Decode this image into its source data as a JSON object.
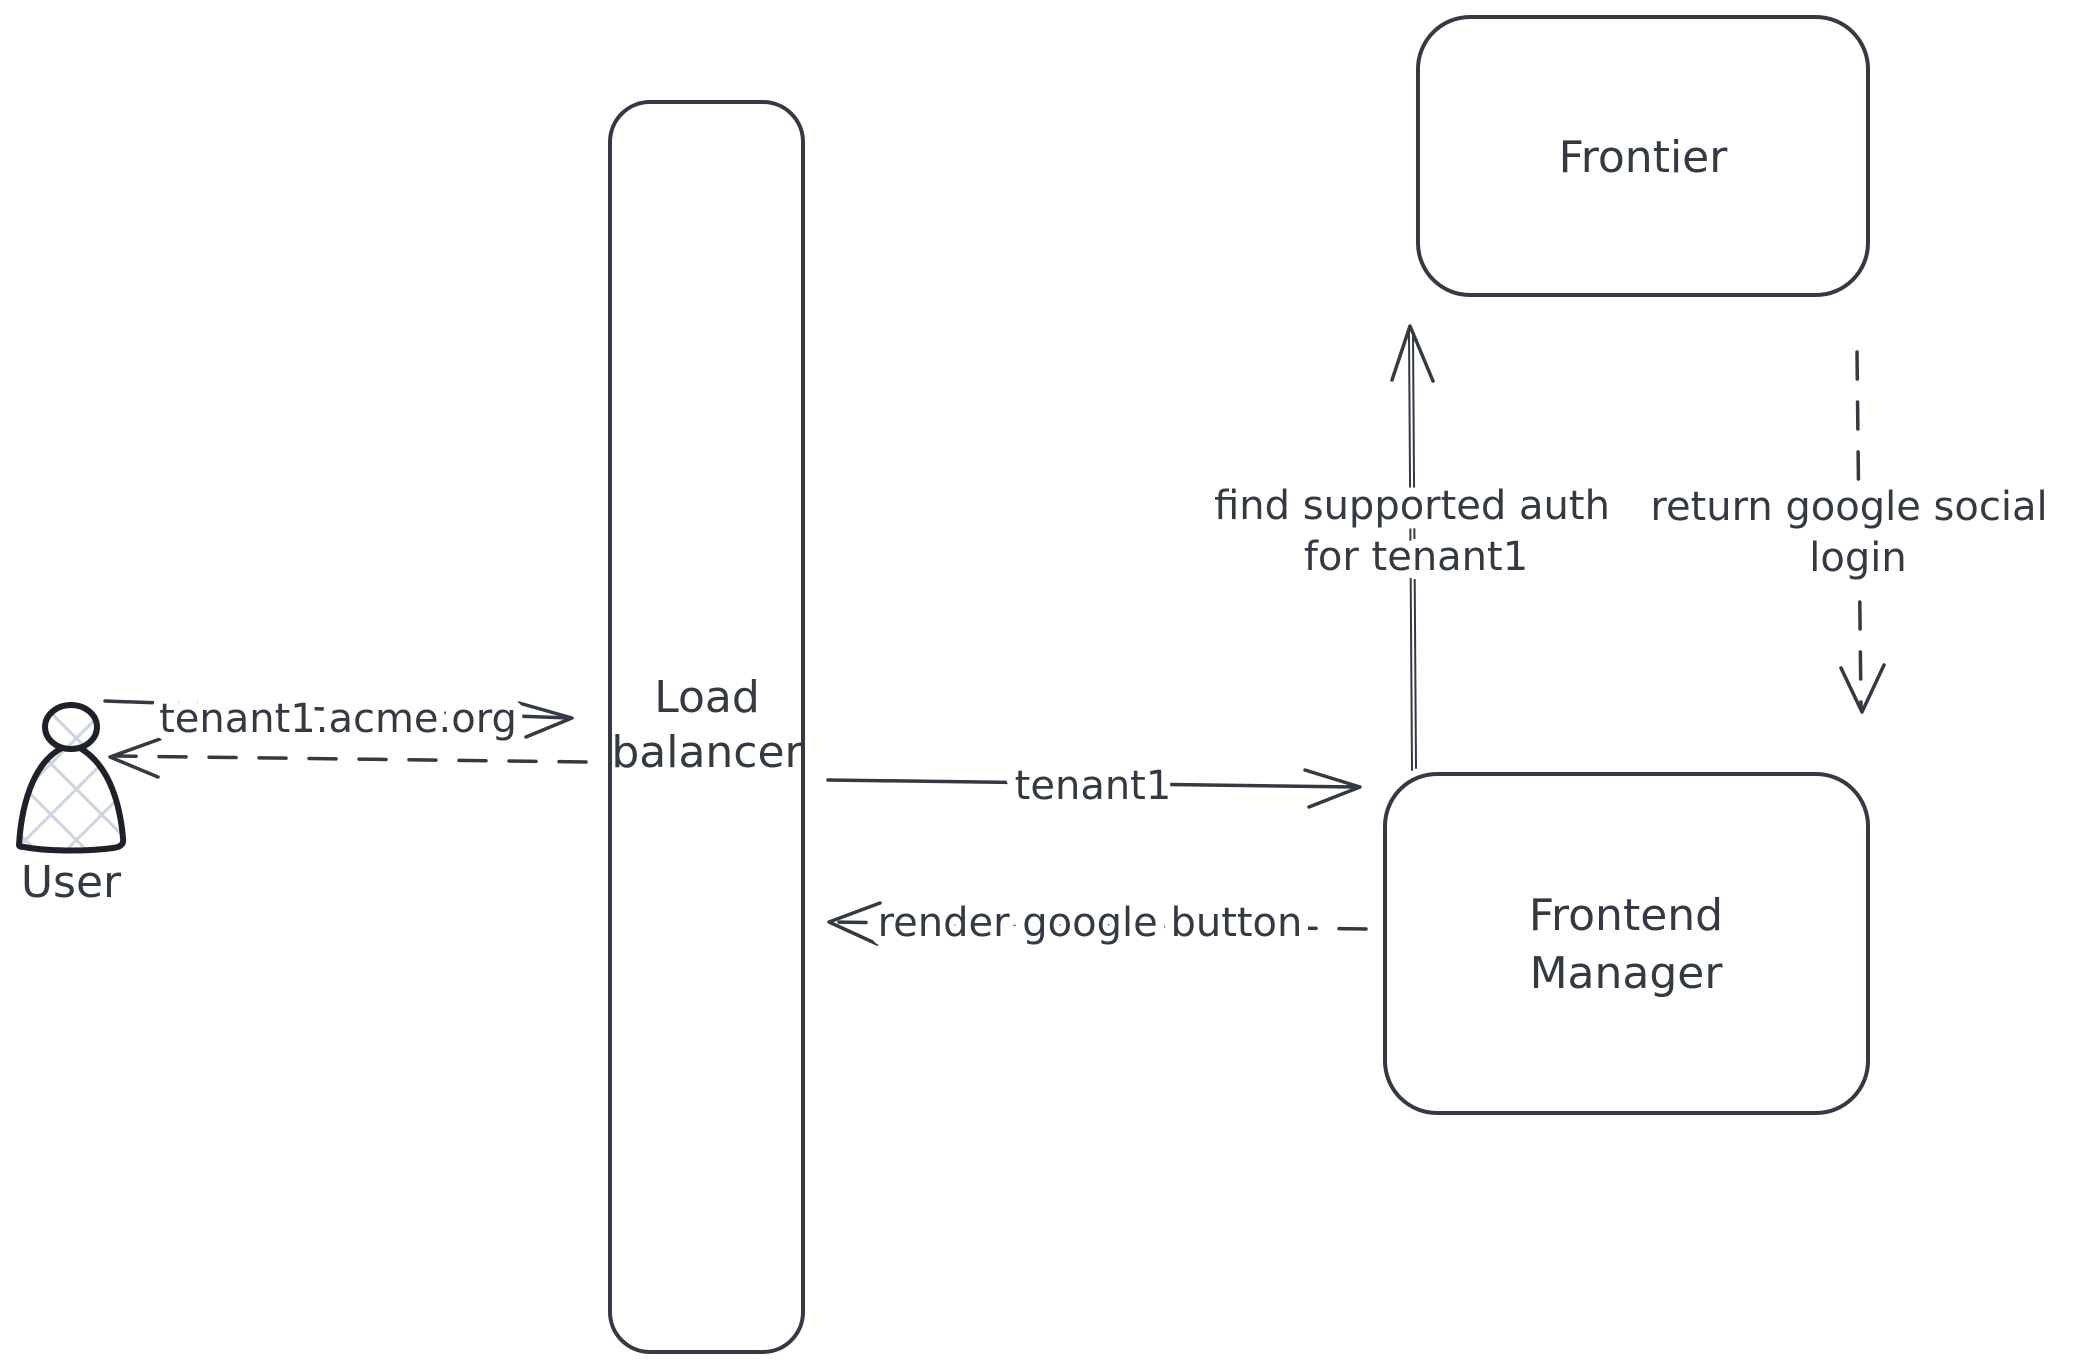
{
  "diagram": {
    "colors": {
      "background": "#ffffff",
      "stroke": "#343a42",
      "hatch_fill": "#ccd5e0"
    },
    "nodes": {
      "user": {
        "label": "User"
      },
      "load_balancer": {
        "lines": [
          "Load",
          "balancer"
        ]
      },
      "frontier": {
        "label": "Frontier"
      },
      "frontend_manager": {
        "lines": [
          "Frontend",
          "Manager"
        ]
      }
    },
    "edges": {
      "user_to_lb": {
        "style": "solid",
        "label": "tenant1.acme.org"
      },
      "lb_to_user": {
        "style": "dashed",
        "label": ""
      },
      "lb_to_fm": {
        "style": "solid",
        "label": "tenant1"
      },
      "fm_to_lb": {
        "style": "dashed",
        "label": "render google button"
      },
      "fm_to_frontier": {
        "style": "solid",
        "lines": [
          "find supported auth",
          "for tenant1"
        ]
      },
      "frontier_to_fm": {
        "style": "dashed",
        "lines": [
          "return google social",
          "login"
        ]
      }
    }
  }
}
